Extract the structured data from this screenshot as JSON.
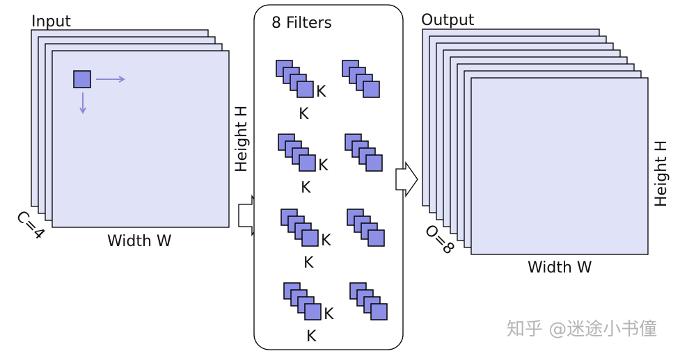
{
  "input": {
    "title": "Input",
    "channels_label": "C=4",
    "width_label": "Width W",
    "height_label": "Height H",
    "layer_count": 4
  },
  "filters": {
    "title": "8 Filters",
    "kernel_label": "K",
    "filter_count": 8
  },
  "output": {
    "title": "Output",
    "channels_label": "O=8",
    "width_label": "Width W",
    "height_label": "Height H",
    "layer_count": 8
  },
  "watermark": "知乎 @迷途小书僮",
  "colors": {
    "plane_fill": "#e0e2f8",
    "kernel_fill": "#8d8fe6",
    "arrow_light": "#8a8ad6",
    "stroke": "#000000"
  }
}
